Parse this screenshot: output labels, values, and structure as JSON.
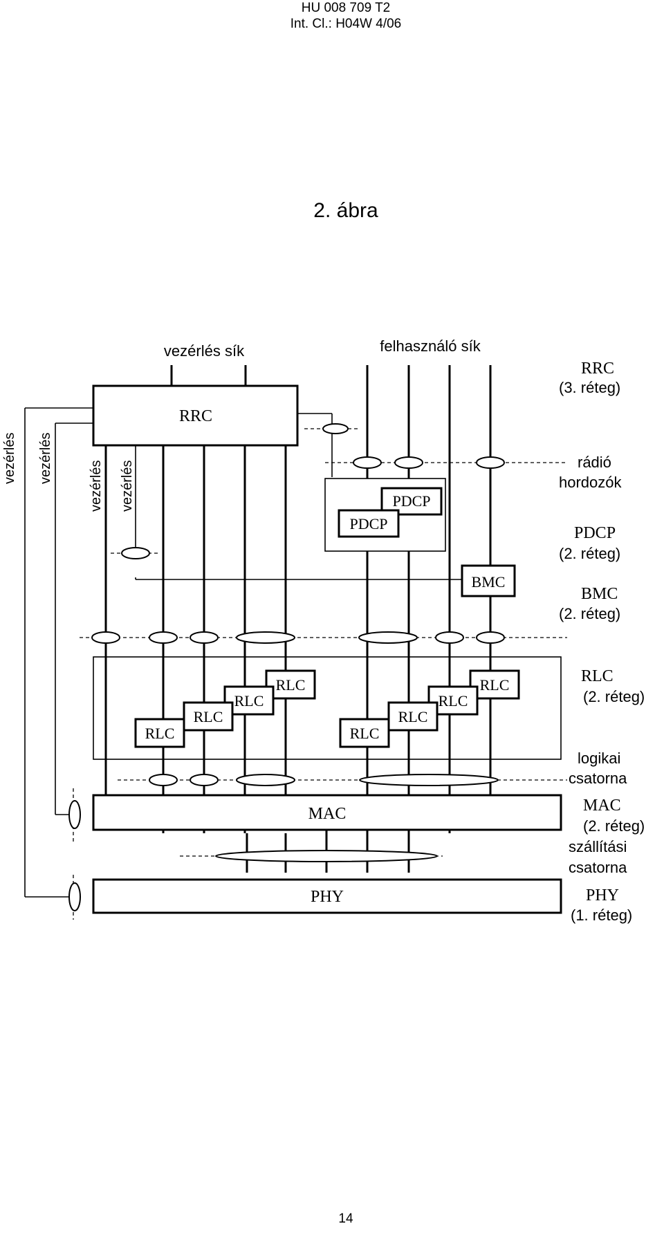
{
  "header": {
    "patent_number": "HU 008 709 T2",
    "classification": "Int. Cl.: H04W 4/06"
  },
  "figure": {
    "title": "2. ábra",
    "plane_labels": {
      "control": "vezérlés sík",
      "user": "felhasználó sík"
    },
    "control_labels": [
      "vezérlés",
      "vezérlés",
      "vezérlés",
      "vezérlés"
    ],
    "boxes": {
      "rrc": "RRC",
      "pdcp_back": "PDCP",
      "pdcp_front": "PDCP",
      "bmc": "BMC",
      "mac": "MAC",
      "phy": "PHY",
      "rlc": "RLC"
    },
    "legend": {
      "rrc_name": "RRC",
      "rrc_layer": "(3. réteg)",
      "radio_bearers_1": "rádió",
      "radio_bearers_2": "hordozók",
      "pdcp_name": "PDCP",
      "pdcp_layer": "(2. réteg)",
      "bmc_name": "BMC",
      "bmc_layer": "(2. réteg)",
      "rlc_name": "RLC",
      "rlc_layer": "(2. réteg)",
      "logical_1": "logikai",
      "logical_2": "csatorna",
      "mac_name": "MAC",
      "mac_layer": "(2. réteg)",
      "transport_1": "szállítási",
      "transport_2": "csatorna",
      "phy_name": "PHY",
      "phy_layer": "(1. réteg)"
    }
  },
  "footer": {
    "page_number": "14"
  }
}
